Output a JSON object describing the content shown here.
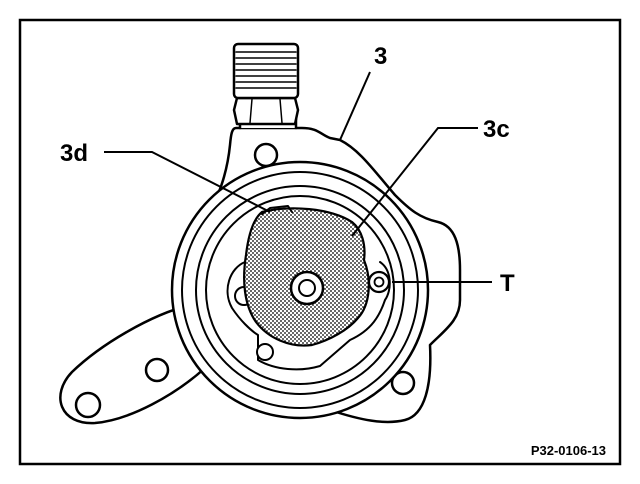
{
  "figure": {
    "callouts": {
      "label_3": "3",
      "label_3c": "3c",
      "label_3d": "3d",
      "label_T": "T"
    },
    "figure_code": "P32-0106-13"
  },
  "colors": {
    "ink": "#000000",
    "paper": "#ffffff",
    "stipple_dot": "#000000"
  }
}
